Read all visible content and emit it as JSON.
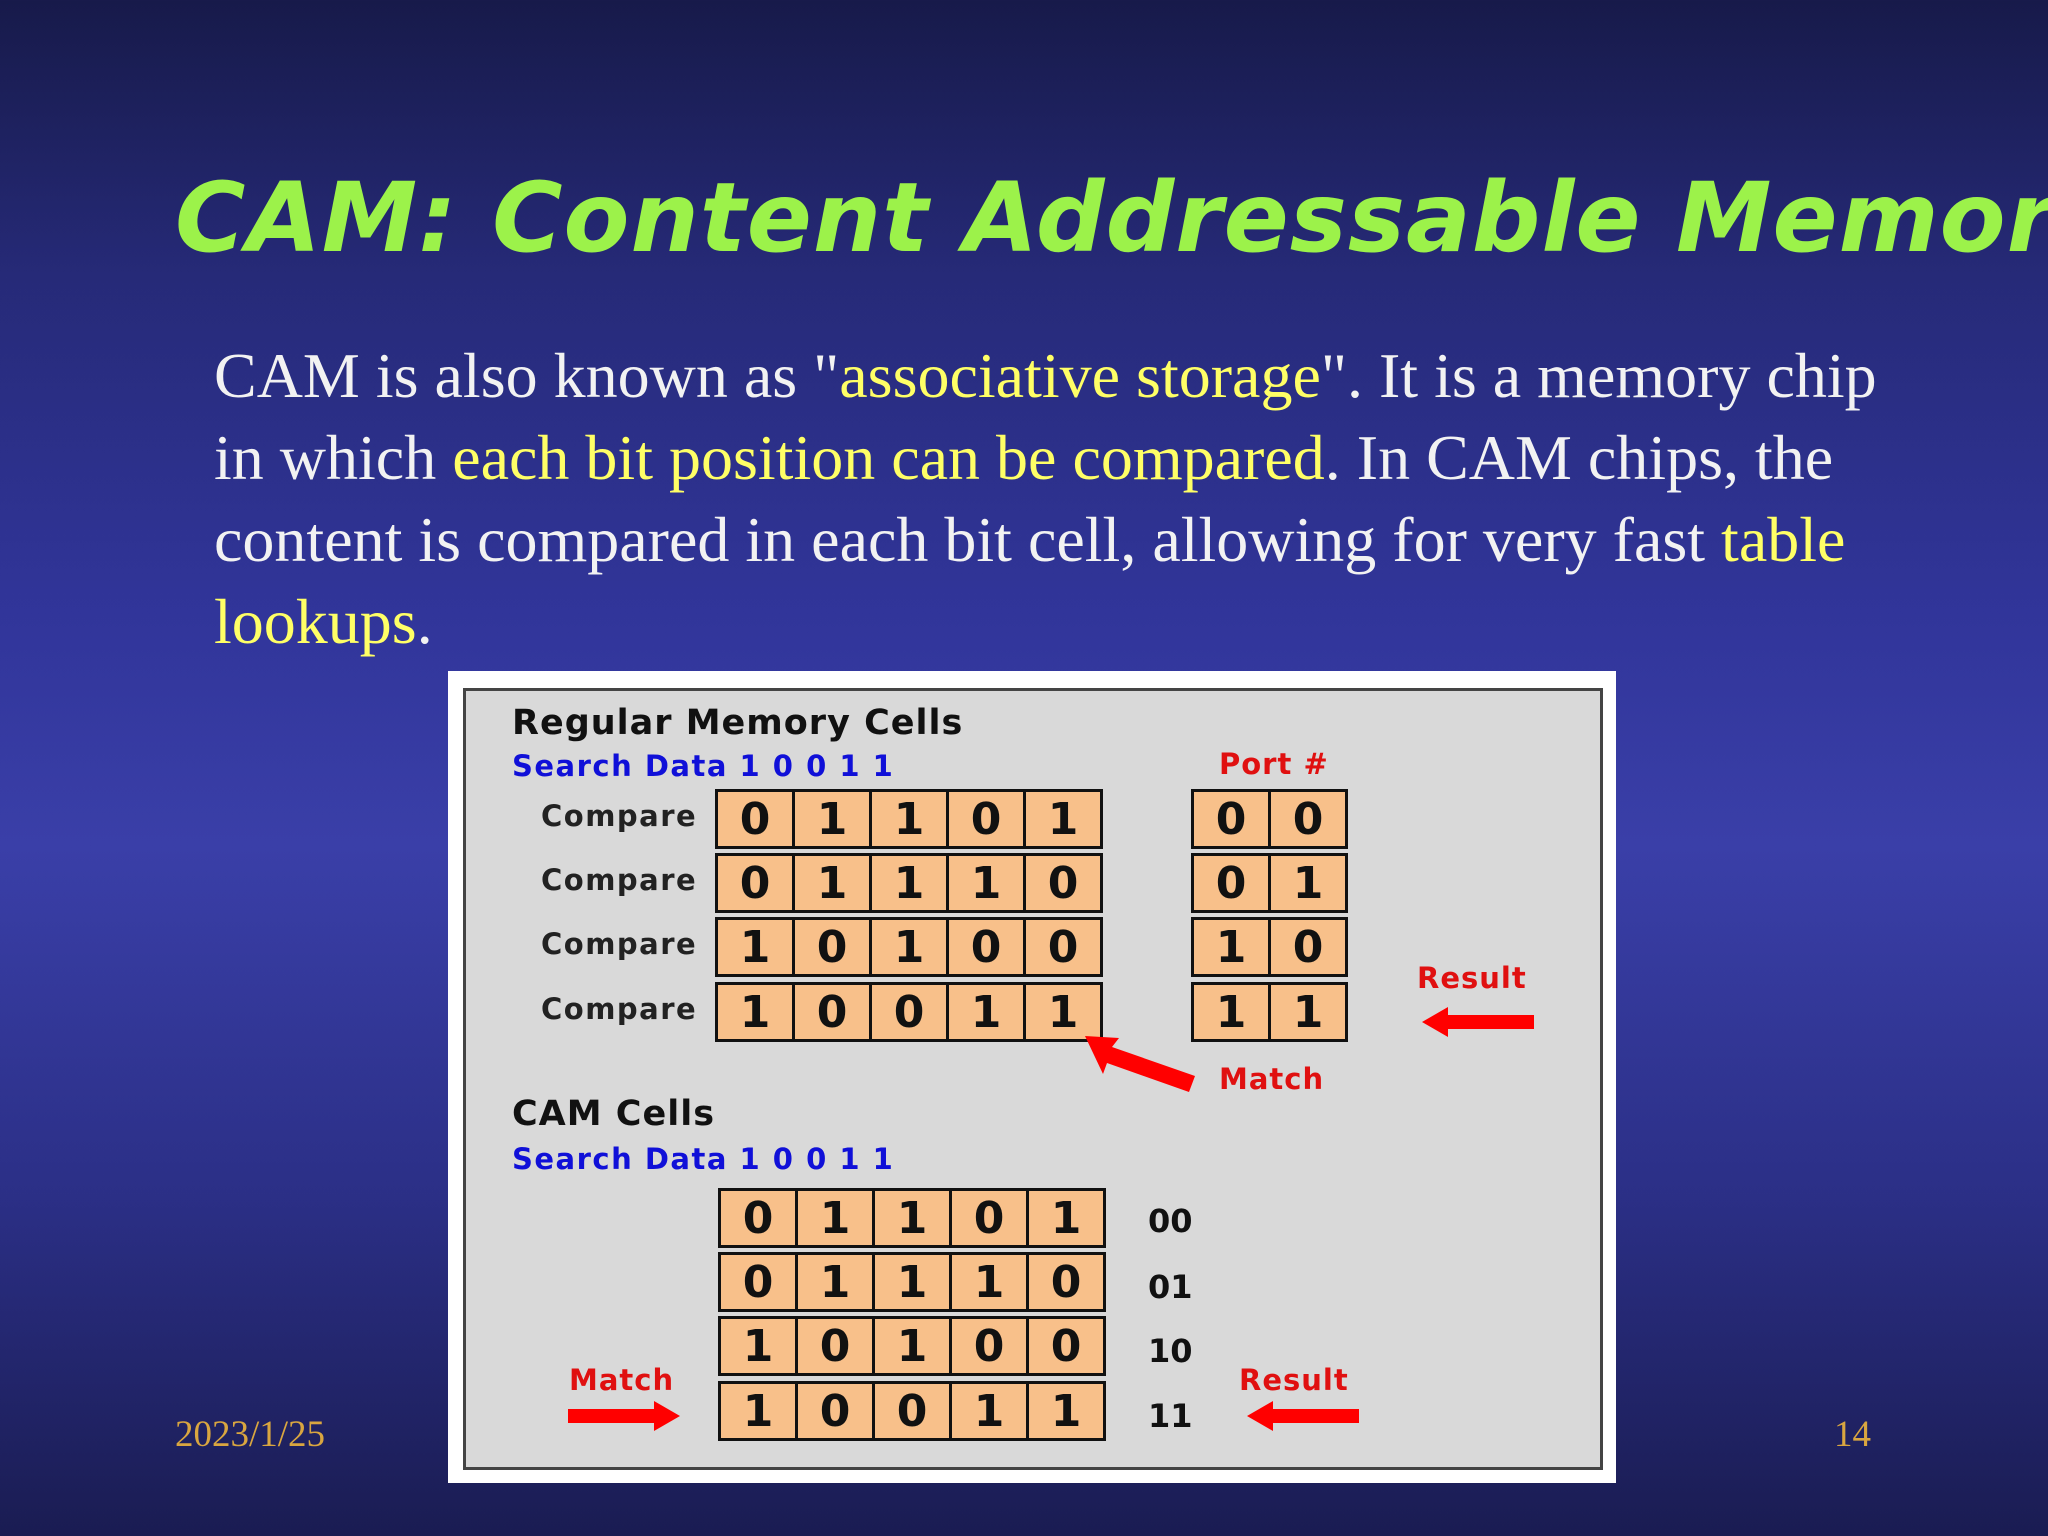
{
  "slide": {
    "title": "CAM: Content Addressable Memory",
    "body": [
      {
        "text": "CAM is also known as \"",
        "hl": false
      },
      {
        "text": "associative storage",
        "hl": true
      },
      {
        "text": "\". It is a memory chip in which ",
        "hl": false
      },
      {
        "text": "each bit position can be compared",
        "hl": true
      },
      {
        "text": ". In CAM chips, the content is compared in each bit cell, allowing for very fast ",
        "hl": false
      },
      {
        "text": "table lookups",
        "hl": true
      },
      {
        "text": ".",
        "hl": false
      }
    ],
    "date": "2023/1/25",
    "page_number": "14"
  },
  "figure": {
    "regular": {
      "title": "Regular Memory Cells",
      "search_label": "Search Data 1 0 0 1 1",
      "compare_label": "Compare",
      "port_label": "Port #",
      "rows": [
        [
          "0",
          "1",
          "1",
          "0",
          "1"
        ],
        [
          "0",
          "1",
          "1",
          "1",
          "0"
        ],
        [
          "1",
          "0",
          "1",
          "0",
          "0"
        ],
        [
          "1",
          "0",
          "0",
          "1",
          "1"
        ]
      ],
      "ports": [
        [
          "0",
          "0"
        ],
        [
          "0",
          "1"
        ],
        [
          "1",
          "0"
        ],
        [
          "1",
          "1"
        ]
      ],
      "result_label": "Result",
      "match_label": "Match"
    },
    "cam": {
      "title": "CAM Cells",
      "search_label": "Search Data 1 0 0 1 1",
      "rows": [
        [
          "0",
          "1",
          "1",
          "0",
          "1"
        ],
        [
          "0",
          "1",
          "1",
          "1",
          "0"
        ],
        [
          "1",
          "0",
          "1",
          "0",
          "0"
        ],
        [
          "1",
          "0",
          "0",
          "1",
          "1"
        ]
      ],
      "addresses": [
        "00",
        "01",
        "10",
        "11"
      ],
      "match_label": "Match",
      "result_label": "Result"
    },
    "colors": {
      "cell": "#f8c08a",
      "arrow": "#ff0000",
      "search": "#1010d8",
      "label_red": "#e01010"
    }
  }
}
